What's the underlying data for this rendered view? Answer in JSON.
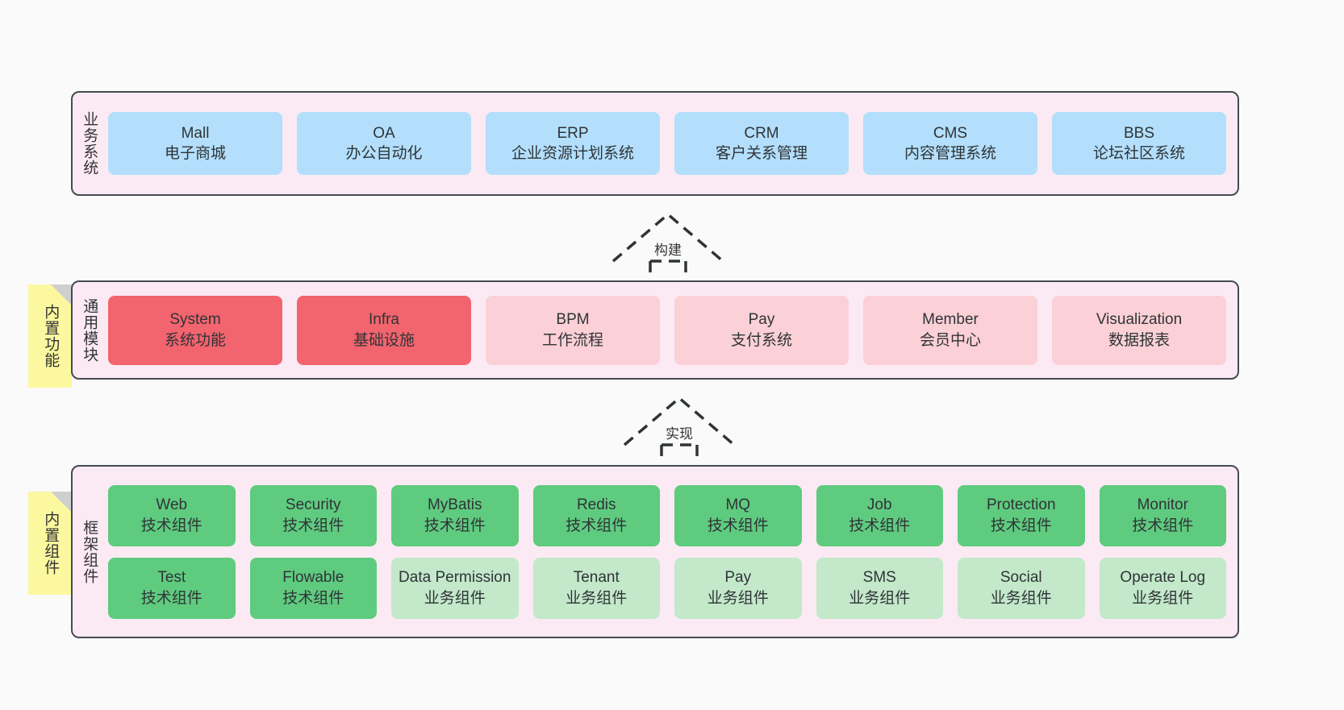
{
  "diagram": {
    "background_color": "#fafafa",
    "band_color": "#fbeaf4",
    "band_border_color": "#444b52",
    "note_color": "#fbf8a0",
    "colors": {
      "blue": "#b3dffc",
      "red_strong": "#f2646e",
      "red_light": "#fbd0d6",
      "green_strong": "#5fcb7f",
      "green_light": "#c3e8ca"
    }
  },
  "layers": {
    "business": {
      "title": "业务系统",
      "items": [
        {
          "name": "Mall",
          "desc": "电子商城"
        },
        {
          "name": "OA",
          "desc": "办公自动化"
        },
        {
          "name": "ERP",
          "desc": "企业资源计划系统"
        },
        {
          "name": "CRM",
          "desc": "客户关系管理"
        },
        {
          "name": "CMS",
          "desc": "内容管理系统"
        },
        {
          "name": "BBS",
          "desc": "论坛社区系统"
        }
      ]
    },
    "common": {
      "title": "通用模块",
      "note": "内置功能",
      "items": [
        {
          "name": "System",
          "desc": "系统功能"
        },
        {
          "name": "Infra",
          "desc": "基础设施"
        },
        {
          "name": "BPM",
          "desc": "工作流程"
        },
        {
          "name": "Pay",
          "desc": "支付系统"
        },
        {
          "name": "Member",
          "desc": "会员中心"
        },
        {
          "name": "Visualization",
          "desc": "数据报表"
        }
      ]
    },
    "framework": {
      "title": "框架组件",
      "note": "内置组件",
      "row1": [
        {
          "name": "Web",
          "desc": "技术组件"
        },
        {
          "name": "Security",
          "desc": "技术组件"
        },
        {
          "name": "MyBatis",
          "desc": "技术组件"
        },
        {
          "name": "Redis",
          "desc": "技术组件"
        },
        {
          "name": "MQ",
          "desc": "技术组件"
        },
        {
          "name": "Job",
          "desc": "技术组件"
        },
        {
          "name": "Protection",
          "desc": "技术组件"
        },
        {
          "name": "Monitor",
          "desc": "技术组件"
        }
      ],
      "row2": [
        {
          "name": "Test",
          "desc": "技术组件"
        },
        {
          "name": "Flowable",
          "desc": "技术组件"
        },
        {
          "name": "Data Permission",
          "desc": "业务组件"
        },
        {
          "name": "Tenant",
          "desc": "业务组件"
        },
        {
          "name": "Pay",
          "desc": "业务组件"
        },
        {
          "name": "SMS",
          "desc": "业务组件"
        },
        {
          "name": "Social",
          "desc": "业务组件"
        },
        {
          "name": "Operate Log",
          "desc": "业务组件"
        }
      ]
    }
  },
  "connectors": [
    {
      "label": "构建"
    },
    {
      "label": "实现"
    }
  ]
}
